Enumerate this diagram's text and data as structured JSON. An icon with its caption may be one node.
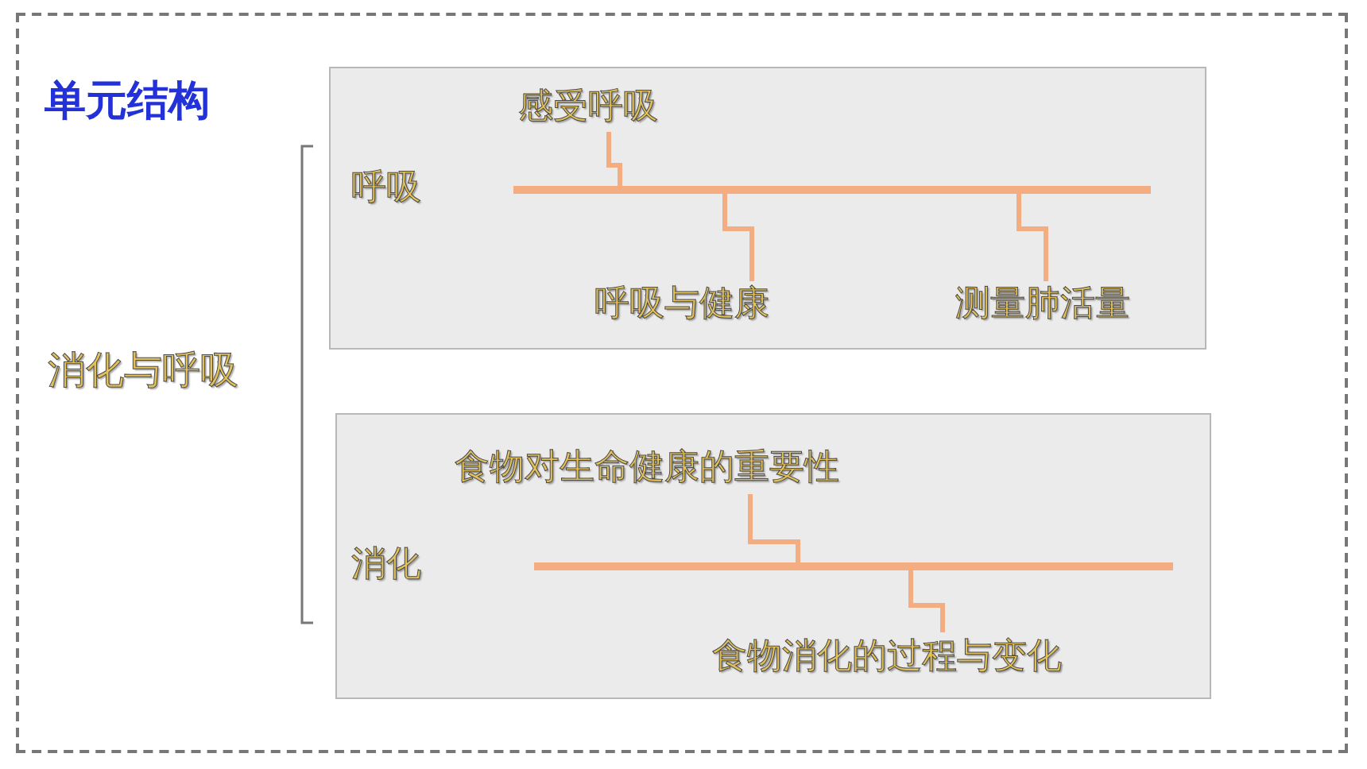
{
  "diagram": {
    "title": "单元结构",
    "nodes": [
      {
        "text": [
          "消化与呼吸"
        ]
      },
      {
        "text": [
          "呼吸"
        ]
      },
      {
        "text": [],
        "shape": "bar",
        "in": 1
      },
      {
        "text": [
          "感受呼吸"
        ],
        "in": 1
      },
      {
        "text": [
          "呼吸与健康"
        ],
        "in": 1
      },
      {
        "text": [
          "测量肺活量"
        ],
        "in": 1
      },
      {
        "text": [
          "消化"
        ]
      },
      {
        "text": [],
        "shape": "bar",
        "in": 6
      },
      {
        "text": [
          "食物对生命健康的重要性"
        ],
        "in": 6
      },
      {
        "text": [
          "食物消化的过程与变化"
        ],
        "in": 6
      }
    ],
    "edges": [
      {
        "from": 2,
        "to": 3,
        "arrow": "none"
      },
      {
        "from": 2,
        "to": 4,
        "arrow": "none"
      },
      {
        "from": 2,
        "to": 5,
        "arrow": "none"
      },
      {
        "from": 7,
        "to": 8,
        "arrow": "none"
      },
      {
        "from": 7,
        "to": 9,
        "arrow": "none"
      }
    ]
  }
}
